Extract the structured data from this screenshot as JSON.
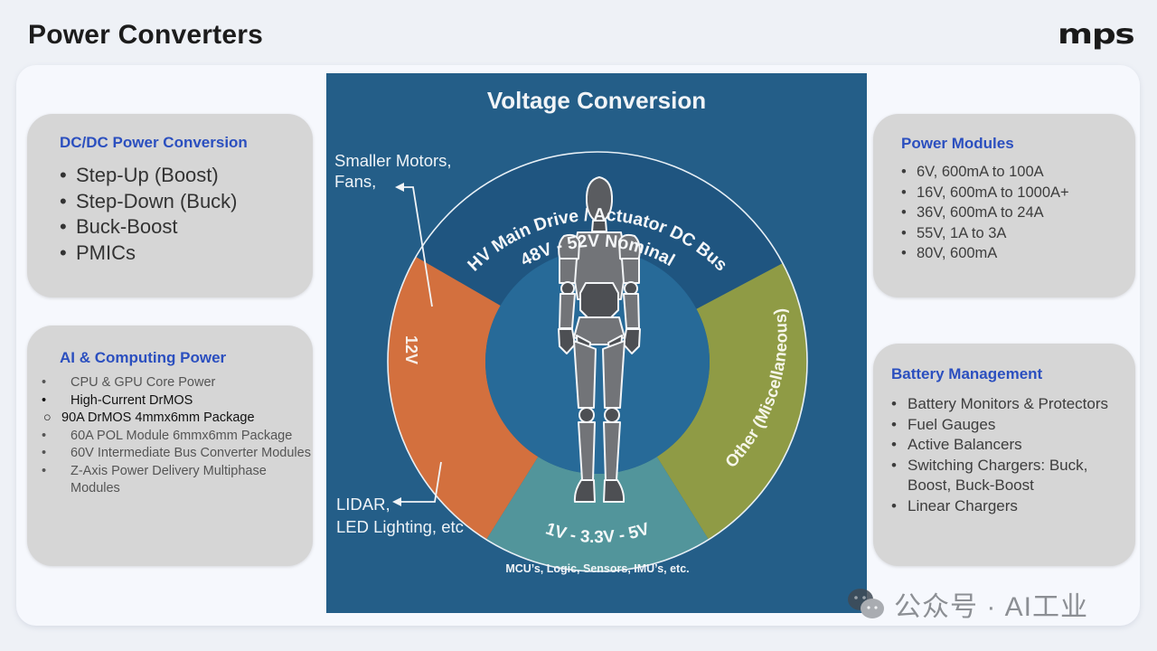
{
  "header": {
    "title": "Power Converters",
    "logo_text": "MPS"
  },
  "colors": {
    "card_title": "#2b4fbf",
    "card_bg": "#d6d6d6",
    "diagram_bg": "#245e88",
    "hv_segment": "#1f5580",
    "v12_segment": "#d3703e",
    "other_segment": "#8f9b45",
    "low_v_segment": "#52959b",
    "inner_circle": "#276a98"
  },
  "cards": {
    "dcdc": {
      "title": "DC/DC Power Conversion",
      "items": [
        "Step-Up (Boost)",
        "Step-Down (Buck)",
        "Buck-Boost",
        "PMICs"
      ]
    },
    "ai": {
      "title": "AI & Computing Power",
      "items": [
        {
          "text": "CPU & GPU Core Power",
          "marker": "•"
        },
        {
          "text": "High-Current DrMOS",
          "marker": "•"
        },
        {
          "text": "90A DrMOS 4mmx6mm Package",
          "marker": "○"
        },
        {
          "text": "60A POL Module 6mmx6mm Package",
          "marker": "•"
        },
        {
          "text": "60V Intermediate Bus Converter Modules",
          "marker": "•"
        },
        {
          "text": "Z-Axis Power Delivery Multiphase Modules",
          "marker": "•"
        }
      ]
    },
    "power_modules": {
      "title": "Power Modules",
      "items": [
        "6V, 600mA to 100A",
        "16V, 600mA to 1000A+",
        "36V, 600mA to 24A",
        "55V, 1A to 3A",
        "80V, 600mA"
      ]
    },
    "battery": {
      "title": "Battery Management",
      "items": [
        "Battery Monitors & Protectors",
        "Fuel Gauges",
        "Active Balancers",
        "Switching Chargers: Buck, Boost, Buck-Boost",
        "Linear Chargers"
      ]
    }
  },
  "diagram": {
    "title": "Voltage Conversion",
    "segments": {
      "hv_line1": "HV Main Drive / Actuator DC Bus",
      "hv_line2": "48V - 52V Nominal",
      "v12": "12V",
      "other": "Other (Miscellaneous)",
      "low_v": "1V - 3.3V - 5V"
    },
    "callouts": {
      "motors_line1": "Smaller Motors,",
      "motors_line2": "Fans,",
      "lidar_line1": "LIDAR,",
      "lidar_line2": "LED Lighting, etc",
      "mcu": "MCU’s, Logic, Sensors, IMU’s, etc."
    }
  },
  "watermark": {
    "text": "公众号 · AI工业",
    "icon": "wechat-icon"
  }
}
